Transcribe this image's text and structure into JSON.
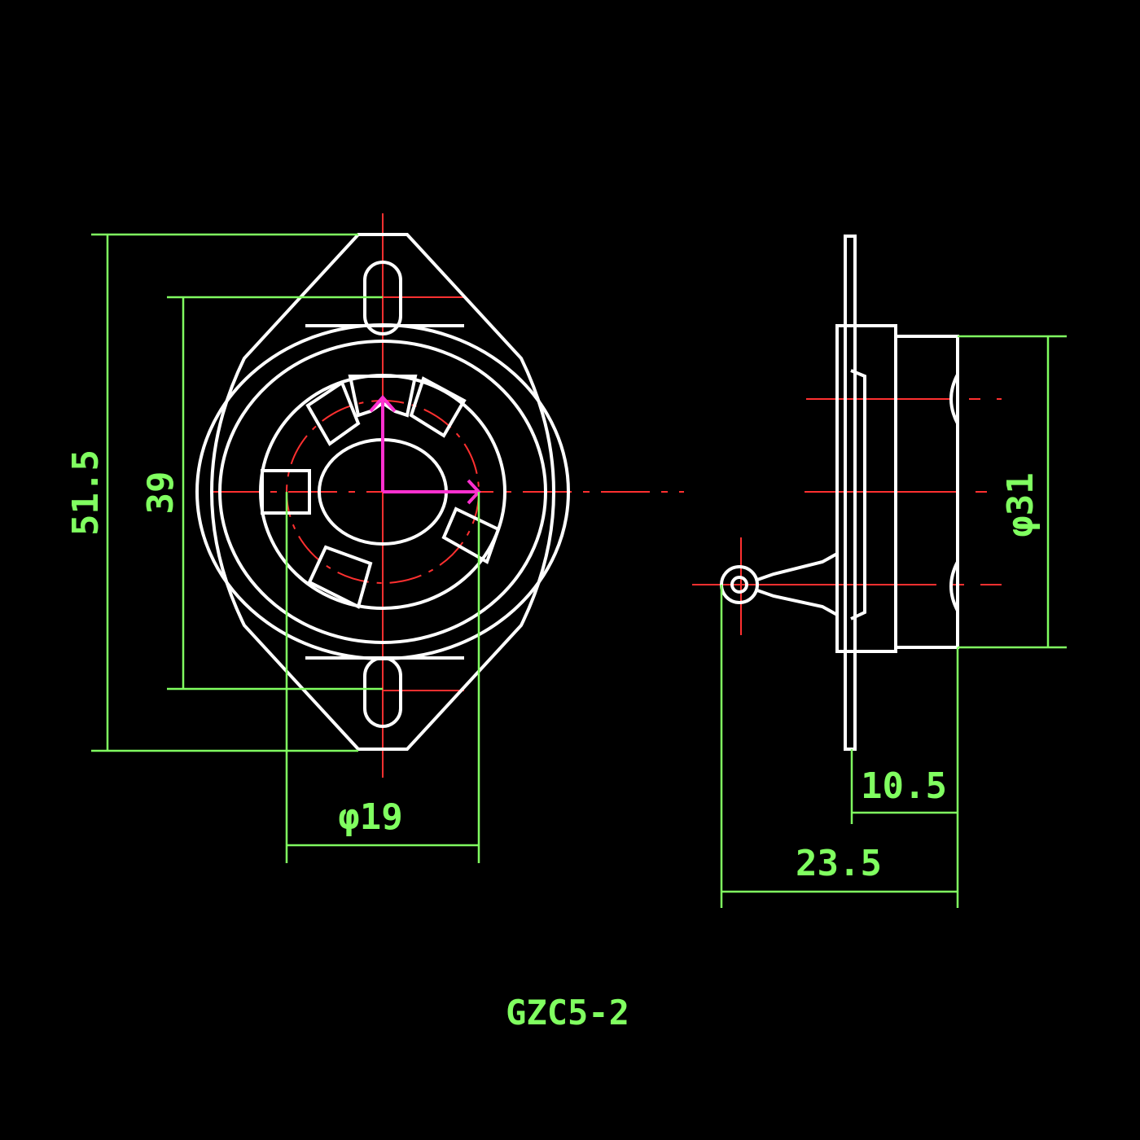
{
  "drawing": {
    "title": "GZC5-2",
    "dimensions": {
      "overall_height": "51.5",
      "mount_hole_spacing": "39",
      "inner_diameter": "φ19",
      "body_diameter": "φ31",
      "body_depth": "10.5",
      "overall_depth": "23.5"
    },
    "colors": {
      "outline": "#ffffff",
      "dimension": "#80ff60",
      "centerline": "#ff3030",
      "highlight": "#ff30d0",
      "background": "#000000"
    }
  }
}
